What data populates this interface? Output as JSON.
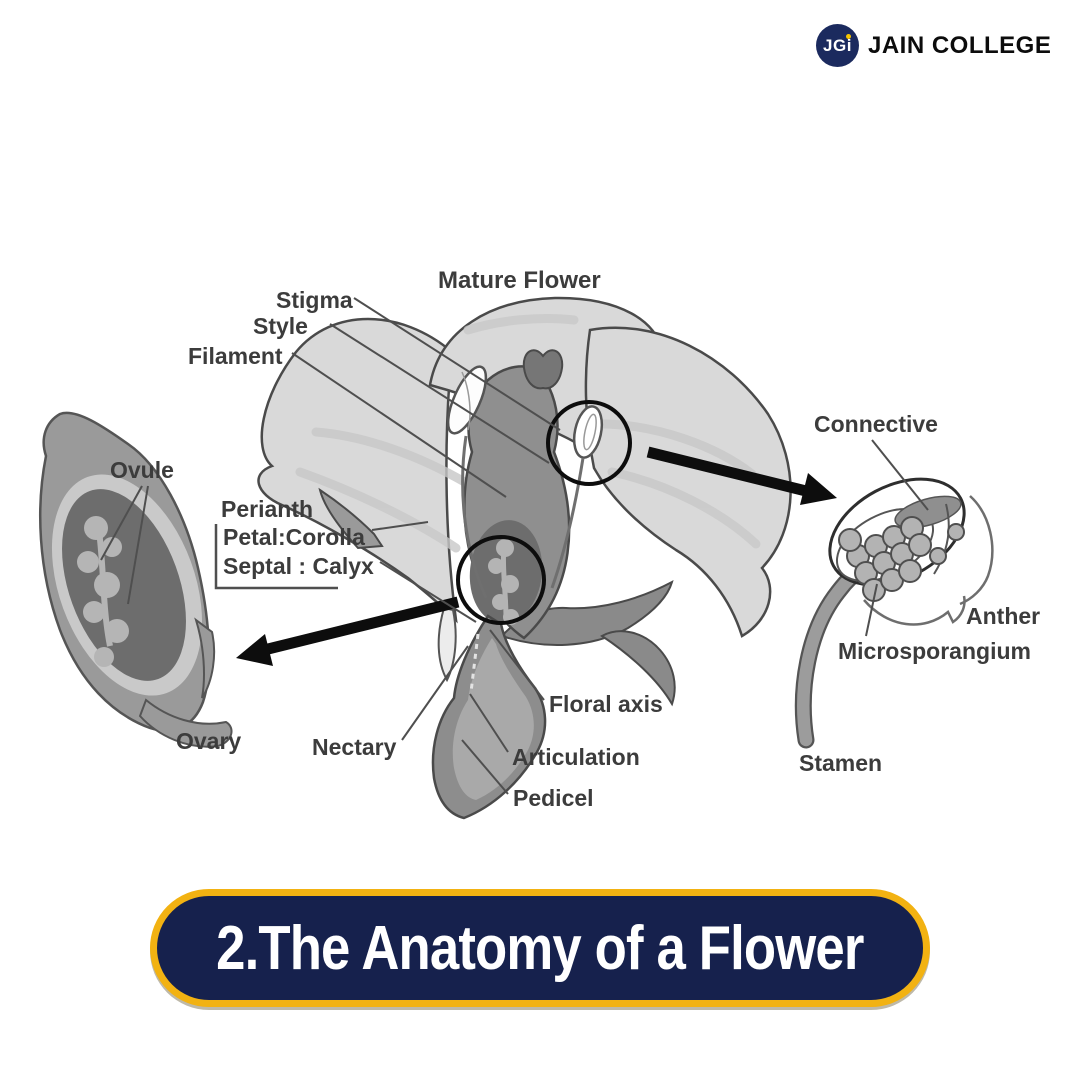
{
  "header": {
    "logo": {
      "badge_text": "JGi",
      "name": "JAIN COLLEGE",
      "badge_color": "#1b2a5e",
      "dot_color": "#f5c400"
    }
  },
  "diagram": {
    "title": "Mature Flower",
    "labels": {
      "stigma": "Stigma",
      "style": "Style",
      "filament": "Filament",
      "ovule": "Ovule",
      "perianth": "Perianth",
      "petal_corolla": "Petal:Corolla",
      "septal_calyx": "Septal : Calyx",
      "ovary": "Ovary",
      "nectary": "Nectary",
      "floral_axis": "Floral axis",
      "articulation": "Articulation",
      "pedicel": "Pedicel",
      "connective": "Connective",
      "anther": "Anther",
      "microsporangium": "Microsporangium",
      "stamen": "Stamen"
    },
    "colors": {
      "petal": "#d9d9d9",
      "petal_shade": "#c8c8c8",
      "organ": "#8f8f8f",
      "organ_dark": "#6d6d6d",
      "organ_light": "#b4b4b4",
      "outline": "#4a4a4a",
      "label_text": "#3c3c3c",
      "annotation": "#0d0d0d"
    }
  },
  "banner": {
    "title": "2.The Anatomy of a Flower",
    "background": "#16214d",
    "border": "#f2b212",
    "text_color": "#ffffff"
  }
}
